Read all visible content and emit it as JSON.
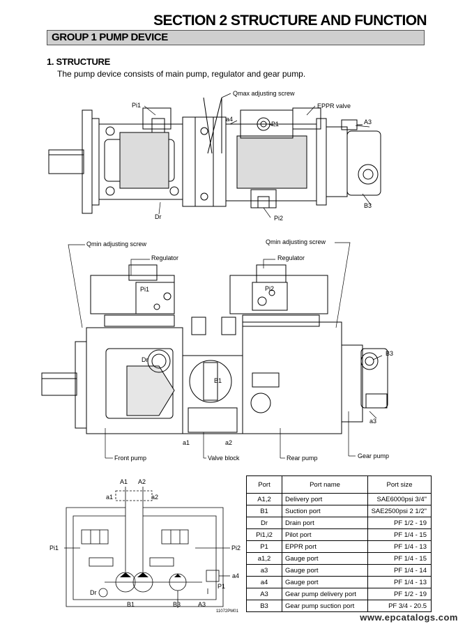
{
  "header": {
    "section_title": "SECTION 2 STRUCTURE AND FUNCTION",
    "group_title": "GROUP 1 PUMP DEVICE"
  },
  "structure": {
    "heading": "1. STRUCTURE",
    "description": "The pump device consists of main pump, regulator and gear pump."
  },
  "top_view": {
    "labels": {
      "pi1": "Pi1",
      "qmax": "Qmax adjusting screw",
      "eppr": "EPPR valve",
      "a4": "a4",
      "p1": "P1",
      "a3": "A3",
      "b3": "B3",
      "dr": "Dr",
      "pi2": "Pi2"
    }
  },
  "front_view": {
    "labels": {
      "qmin_left": "Qmin adjusting screw",
      "qmin_right": "Qmin adjusting screw",
      "regulator_left": "Regulator",
      "regulator_right": "Regulator",
      "pi1": "Pi1",
      "pi2": "Pi2",
      "dr": "Dr",
      "b1": "B1",
      "b3": "B3",
      "a1": "a1",
      "a2": "a2",
      "a3": "a3",
      "front_pump": "Front pump",
      "valve_block": "Valve block",
      "rear_pump": "Rear pump",
      "gear_pump": "Gear pump"
    }
  },
  "circuit": {
    "labels": {
      "a1_top": "A1",
      "a2_top": "A2",
      "a1": "a1",
      "a2": "a2",
      "pi1": "Pi1",
      "pi2": "Pi2",
      "a4": "a4",
      "p1": "P1",
      "dr": "Dr",
      "b1": "B1",
      "b3": "B3",
      "a3": "A3"
    }
  },
  "port_table": {
    "headers": [
      "Port",
      "Port name",
      "Port size"
    ],
    "rows": [
      [
        "A1,2",
        "Delivery port",
        "SAE6000psi 3/4\""
      ],
      [
        "B1",
        "Suction port",
        "SAE2500psi 2 1/2\""
      ],
      [
        "Dr",
        "Drain port",
        "PF 1/2 - 19"
      ],
      [
        "Pi1,i2",
        "Pilot port",
        "PF 1/4 - 15"
      ],
      [
        "P1",
        "EPPR port",
        "PF 1/4 - 13"
      ],
      [
        "a1,2",
        "Gauge port",
        "PF 1/4 - 15"
      ],
      [
        "a3",
        "Gauge port",
        "PF 1/4 - 14"
      ],
      [
        "a4",
        "Gauge port",
        "PF 1/4 - 13"
      ],
      [
        "A3",
        "Gear pump delivery port",
        "PF 1/2 - 19"
      ],
      [
        "B3",
        "Gear pump suction port",
        "PF 3/4 - 20.5"
      ]
    ]
  },
  "figure_code": "11072PM01",
  "watermark": "www.epcatalogs.com"
}
